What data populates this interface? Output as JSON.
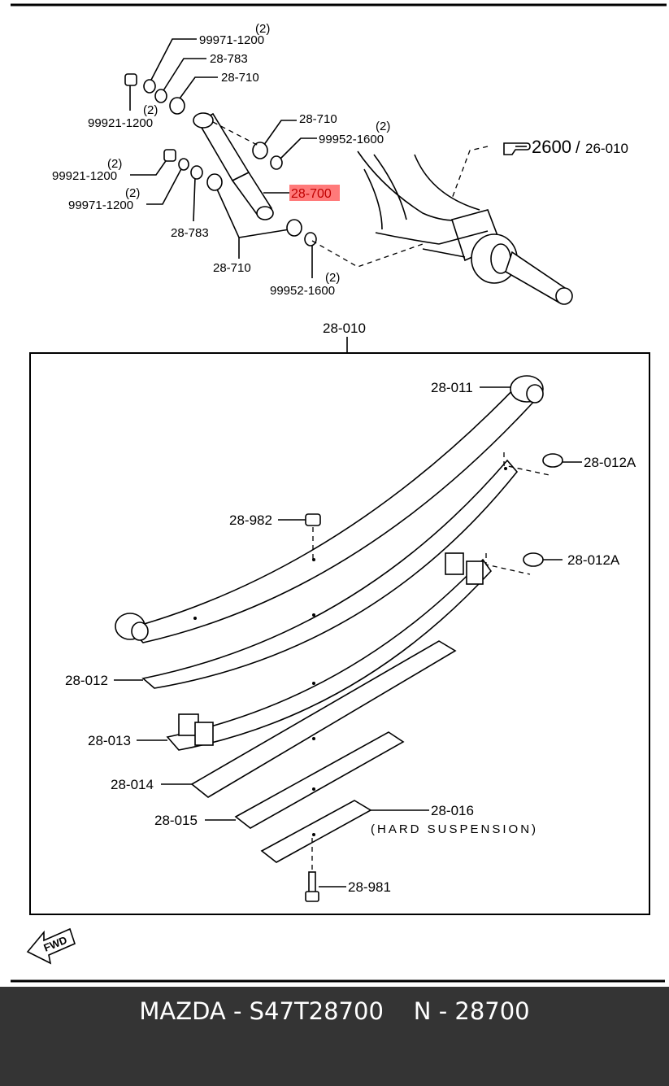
{
  "labels": {
    "q1": "(2)",
    "nut_upper": "99971-1200",
    "washer_upper": "28-783",
    "bush_upper": "28-710",
    "nut_left": "99921-1200",
    "q2": "(2)",
    "bush_mid": "28-710",
    "q3": "(2)",
    "nut_1600_upper": "99952-1600",
    "ref_num": "2600",
    "ref_slash": "/",
    "ref_sub": "26-010",
    "q4": "(2)",
    "nut_left2": "99921-1200",
    "q5": "(2)",
    "nut_mid2": "99971-1200",
    "shock": "28-700",
    "washer_lower": "28-783",
    "bush_lower": "28-710",
    "q6": "(2)",
    "nut_1600_lower": "99952-1600",
    "assembly": "28-010",
    "leaf_main": "28-011",
    "cap_upper": "28-012A",
    "bolt_center": "28-982",
    "cap_lower": "28-012A",
    "leaf_2": "28-012",
    "leaf_3": "28-013",
    "leaf_4": "28-014",
    "leaf_5": "28-015",
    "leaf_6": "28-016",
    "hard_note": "(HARD  SUSPENSION)",
    "center_bolt": "28-981",
    "fwd": "FWD"
  },
  "footer": {
    "text": "MAZDA - S47T28700    N - 28700"
  },
  "colors": {
    "highlight": "#ff7a7a",
    "highlight_text": "#c00000",
    "footer_bg": "#343434",
    "footer_text": "#ffffff"
  },
  "icons": {
    "reference": "pointing-hand-icon",
    "forward": "fwd-arrow-icon"
  }
}
